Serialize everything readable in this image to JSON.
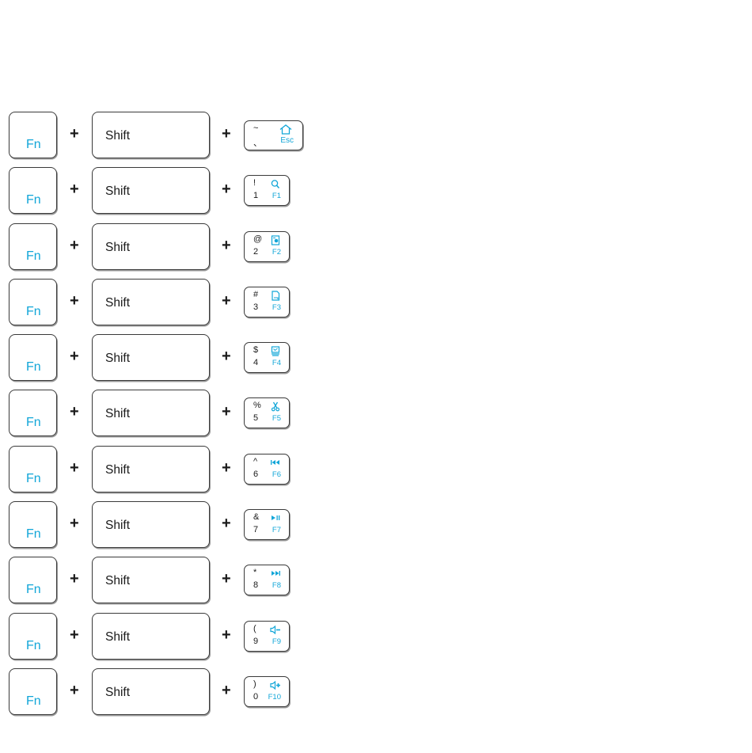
{
  "fn_label": "Fn",
  "shift_label": "Shift",
  "plus_sign": "+",
  "accent_color": "#12a6d8",
  "rows": [
    {
      "sym_top": "~",
      "sym_bottom": "、",
      "fkey": "Esc",
      "icon": "home-icon"
    },
    {
      "sym_top": "!",
      "sym_bottom": "1",
      "fkey": "F1",
      "icon": "search-icon"
    },
    {
      "sym_top": "@",
      "sym_bottom": "2",
      "fkey": "F2",
      "icon": "web-page-icon"
    },
    {
      "sym_top": "#",
      "sym_bottom": "3",
      "fkey": "F3",
      "icon": "document-icon"
    },
    {
      "sym_top": "$",
      "sym_bottom": "4",
      "fkey": "F4",
      "icon": "computer-icon"
    },
    {
      "sym_top": "%",
      "sym_bottom": "5",
      "fkey": "F5",
      "icon": "scissors-icon"
    },
    {
      "sym_top": "^",
      "sym_bottom": "6",
      "fkey": "F6",
      "icon": "previous-track-icon"
    },
    {
      "sym_top": "&",
      "sym_bottom": "7",
      "fkey": "F7",
      "icon": "play-pause-icon"
    },
    {
      "sym_top": "*",
      "sym_bottom": "8",
      "fkey": "F8",
      "icon": "next-track-icon"
    },
    {
      "sym_top": "(",
      "sym_bottom": "9",
      "fkey": "F9",
      "icon": "volume-down-icon"
    },
    {
      "sym_top": ")",
      "sym_bottom": "0",
      "fkey": "F10",
      "icon": "volume-up-icon"
    }
  ]
}
